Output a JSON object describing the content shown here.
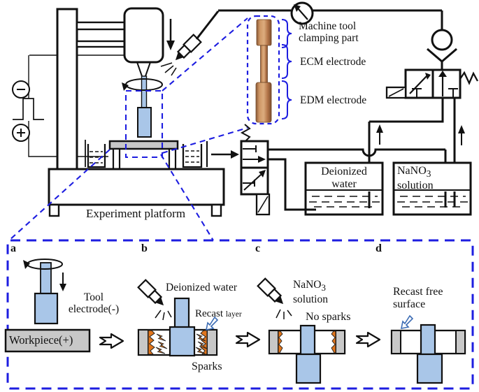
{
  "figure": {
    "inset_labels": {
      "clamping": "Machine tool clamping part",
      "ecm": "ECM electrode",
      "edm": "EDM electrode"
    },
    "machine": {
      "platform": "Experiment platform"
    },
    "tanks": {
      "deionized": "Deionized water",
      "nano3_prefix": "NaNO",
      "nano3_sub": "3",
      "nano3_suffix": "solution"
    },
    "panels": {
      "a": {
        "label": "a",
        "tool": "Tool electrode(-)",
        "workpiece": "Workpiece(+)"
      },
      "b": {
        "label": "b",
        "fluid": "Deionized water",
        "recast": "Recast",
        "recast_small": "layer",
        "sparks": "Sparks"
      },
      "c": {
        "label": "c",
        "fluid_prefix": "NaNO",
        "fluid_sub": "3",
        "fluid_suffix": "solution",
        "nosparks": "No sparks"
      },
      "d": {
        "label": "d",
        "surface": "Recast free surface"
      }
    },
    "colors": {
      "callout_blue": "#1d1de0",
      "electrode_blue": "#a9c6e8",
      "workpiece_gray": "#c8c8c8",
      "recast_orange": "#e0751c",
      "copper": "#b5764a",
      "pointer_blue": "#3c6cb4"
    }
  }
}
